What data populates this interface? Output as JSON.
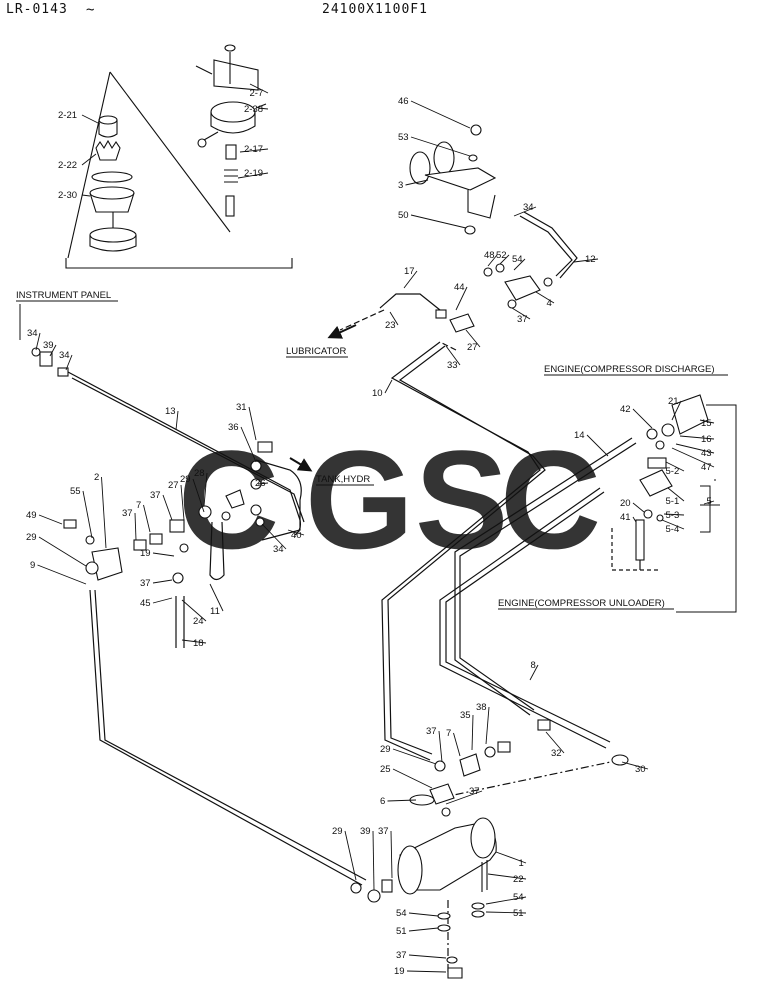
{
  "header": {
    "drawing_code": "LR-0143",
    "part_number": "24100X1100F1"
  },
  "sections": {
    "instrument_panel": "INSTRUMENT PANEL",
    "lubricator": "LUBRICATOR",
    "tank_hydr": "TANK,HYDR",
    "engine_discharge": "ENGINE(COMPRESSOR DISCHARGE)",
    "engine_unloader": "ENGINE(COMPRESSOR UNLOADER)"
  },
  "watermark": {
    "letters": [
      "C",
      "G",
      "S",
      "C"
    ],
    "colors": [
      "#4f8ff0",
      "#f08a80",
      "#f7d766",
      "#4fae7a"
    ]
  },
  "callouts": [
    "2-21",
    "2-22",
    "2-30",
    "2-7",
    "2-38",
    "2-17",
    "2-19",
    "46",
    "53",
    "3",
    "50",
    "34",
    "48",
    "52",
    "54",
    "12",
    "4",
    "37",
    "17",
    "44",
    "23",
    "27",
    "33",
    "10",
    "21",
    "42",
    "15",
    "16",
    "43",
    "47",
    "14",
    "5-2",
    "5-1",
    "5-3",
    "5-4",
    "5",
    "20",
    "41",
    "34",
    "39",
    "34",
    "13",
    "31",
    "36",
    "26",
    "28",
    "29",
    "27",
    "37",
    "7",
    "37",
    "2",
    "55",
    "49",
    "29",
    "9",
    "40",
    "34",
    "19",
    "37",
    "45",
    "11",
    "24",
    "18",
    "8",
    "38",
    "35",
    "7",
    "37",
    "29",
    "25",
    "6",
    "37",
    "32",
    "30",
    "29",
    "39",
    "37",
    "1",
    "22",
    "54",
    "51",
    "54",
    "51",
    "37",
    "19"
  ]
}
